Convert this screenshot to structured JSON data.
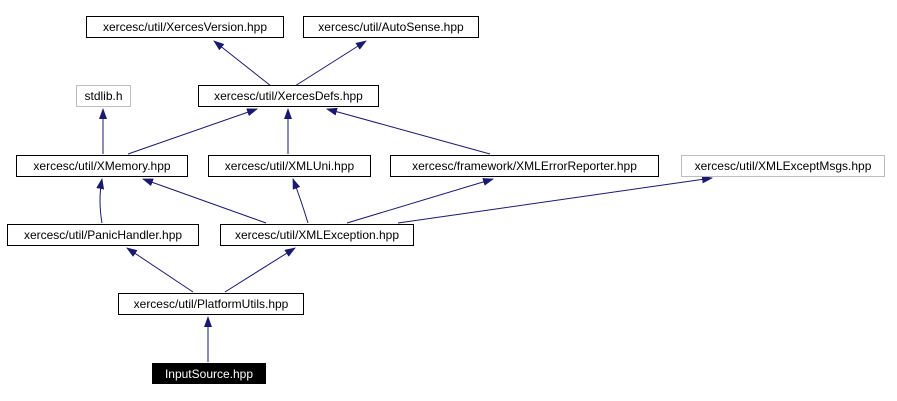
{
  "diagram": {
    "kind": "include-dependency-graph",
    "colors": {
      "edge": "#191970",
      "node_border": "#000000",
      "node_border_muted": "#bdbdbd",
      "current_node_bg": "#000000",
      "current_node_text": "#ffffff",
      "background": "#ffffff"
    },
    "nodes": [
      {
        "id": "xercesversion",
        "label": "xercesc/util/XercesVersion.hpp",
        "variant": "normal"
      },
      {
        "id": "autosense",
        "label": "xercesc/util/AutoSense.hpp",
        "variant": "normal"
      },
      {
        "id": "stdlib",
        "label": "stdlib.h",
        "variant": "muted"
      },
      {
        "id": "xercesdefs",
        "label": "xercesc/util/XercesDefs.hpp",
        "variant": "normal"
      },
      {
        "id": "xmemory",
        "label": "xercesc/util/XMemory.hpp",
        "variant": "normal"
      },
      {
        "id": "xmluni",
        "label": "xercesc/util/XMLUni.hpp",
        "variant": "normal"
      },
      {
        "id": "xmlerrorrep",
        "label": "xercesc/framework/XMLErrorReporter.hpp",
        "variant": "normal"
      },
      {
        "id": "xmlexceptmsgs",
        "label": "xercesc/util/XMLExceptMsgs.hpp",
        "variant": "muted"
      },
      {
        "id": "panichandler",
        "label": "xercesc/util/PanicHandler.hpp",
        "variant": "normal"
      },
      {
        "id": "xmlexception",
        "label": "xercesc/util/XMLException.hpp",
        "variant": "normal"
      },
      {
        "id": "platformutils",
        "label": "xercesc/util/PlatformUtils.hpp",
        "variant": "normal"
      },
      {
        "id": "inputsource",
        "label": "InputSource.hpp",
        "variant": "current"
      }
    ],
    "edges": [
      {
        "from": "xercesdefs",
        "to": "xercesversion"
      },
      {
        "from": "xercesdefs",
        "to": "autosense"
      },
      {
        "from": "xmemory",
        "to": "stdlib"
      },
      {
        "from": "xmemory",
        "to": "xercesdefs"
      },
      {
        "from": "xmluni",
        "to": "xercesdefs"
      },
      {
        "from": "xmlerrorrep",
        "to": "xercesdefs"
      },
      {
        "from": "panichandler",
        "to": "xmemory"
      },
      {
        "from": "xmlexception",
        "to": "xmemory"
      },
      {
        "from": "xmlexception",
        "to": "xmluni"
      },
      {
        "from": "xmlexception",
        "to": "xmlerrorrep"
      },
      {
        "from": "xmlexception",
        "to": "xmlexceptmsgs"
      },
      {
        "from": "platformutils",
        "to": "panichandler"
      },
      {
        "from": "platformutils",
        "to": "xmlexception"
      },
      {
        "from": "inputsource",
        "to": "platformutils"
      }
    ]
  }
}
